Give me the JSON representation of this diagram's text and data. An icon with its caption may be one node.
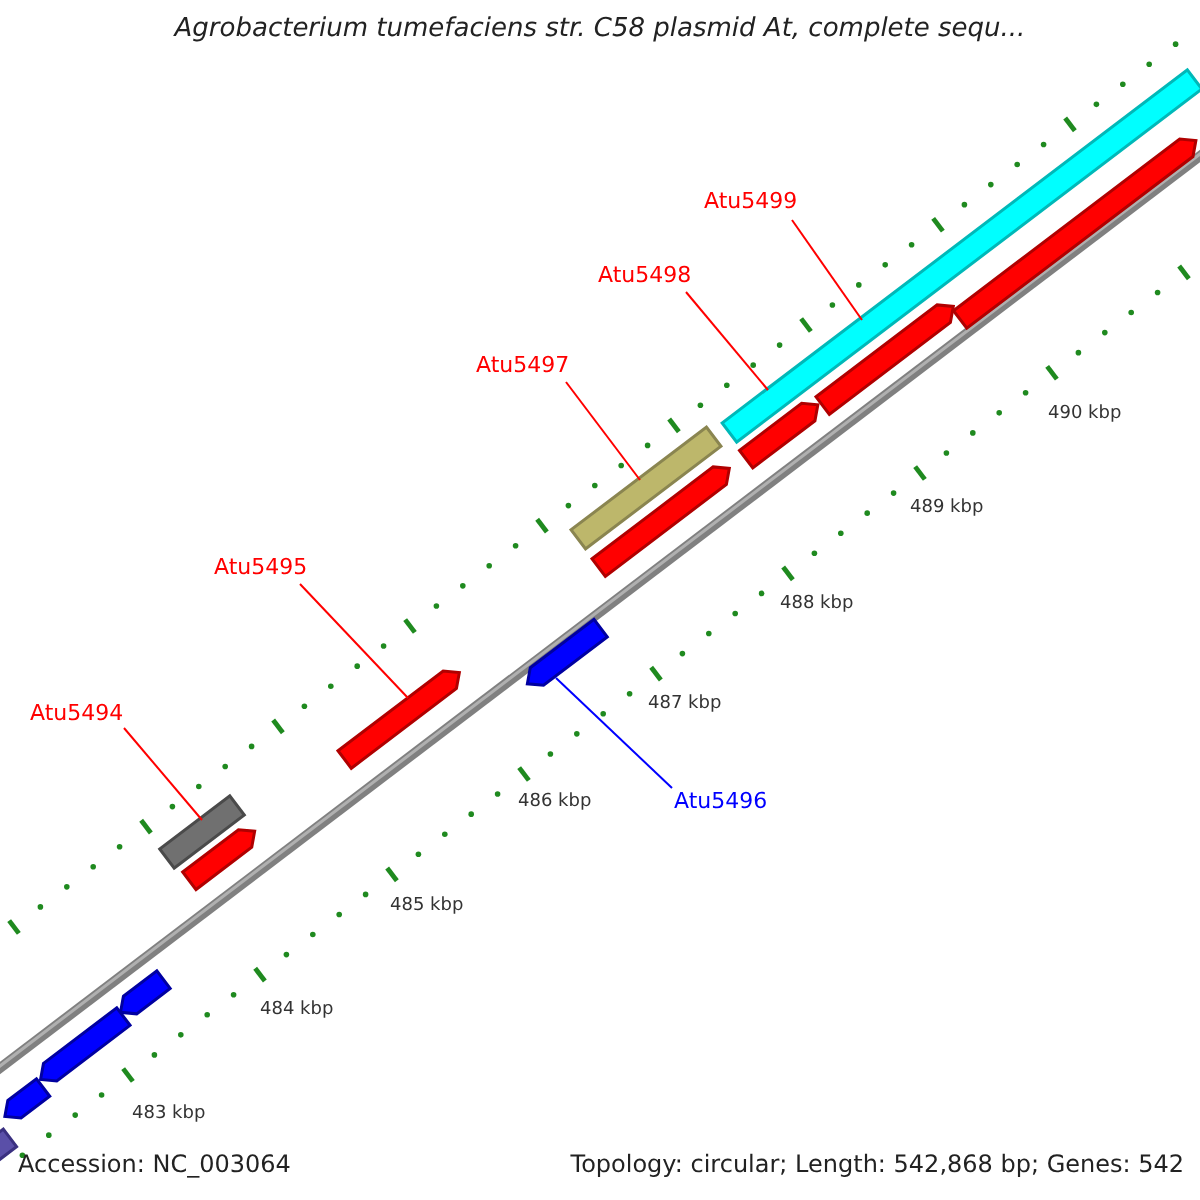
{
  "diagram": {
    "title": "Agrobacterium tumefaciens str. C58 plasmid At, complete sequ...",
    "nodes": [
      {
        "text": [
          "Atu5499"
        ]
      },
      {
        "text": [
          "Atu5498"
        ]
      },
      {
        "text": [
          "Atu5497"
        ]
      },
      {
        "text": [
          "Atu5495"
        ]
      },
      {
        "text": [
          "Atu5494"
        ]
      },
      {
        "text": [
          "Atu5496"
        ]
      },
      {
        "text": [],
        "shape": "bar"
      },
      {
        "text": [],
        "shape": "bar"
      },
      {
        "text": [],
        "shape": "bar"
      },
      {
        "text": [],
        "shape": "bar"
      },
      {
        "text": [],
        "shape": "bar"
      },
      {
        "text": [],
        "shape": "bar"
      },
      {
        "text": [],
        "shape": "bar"
      },
      {
        "text": [],
        "shape": "bar"
      },
      {
        "text": [],
        "shape": "bar"
      },
      {
        "text": [],
        "shape": "bar"
      },
      {
        "text": [],
        "shape": "bar"
      },
      {
        "text": [],
        "shape": "bar"
      },
      {
        "text": [],
        "shape": "bar"
      },
      {
        "text": [],
        "shape": "bar"
      }
    ],
    "edges": [
      {
        "from": 0,
        "to": 6,
        "arrow": "none"
      },
      {
        "from": 1,
        "to": 6,
        "arrow": "none"
      },
      {
        "from": 2,
        "to": 10,
        "arrow": "none"
      },
      {
        "from": 3,
        "to": 13,
        "arrow": "none"
      },
      {
        "from": 4,
        "to": 14,
        "arrow": "none"
      },
      {
        "from": 5,
        "to": 12,
        "arrow": "none",
        "color": "#0000ff"
      }
    ],
    "labels": [
      "490 kbp",
      "489 kbp",
      "488 kbp",
      "487 kbp",
      "486 kbp",
      "485 kbp",
      "484 kbp",
      "483 kbp",
      "Accession: NC_003064",
      "Topology: circular; Length: 542,868 bp; Genes: 542"
    ]
  }
}
